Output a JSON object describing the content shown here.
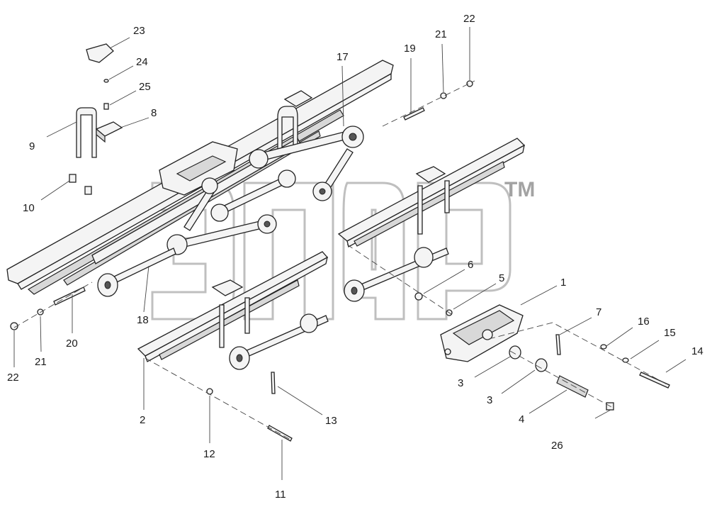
{
  "watermark": {
    "text": "элп",
    "mark": "TM"
  },
  "callouts": [
    {
      "num": "1"
    },
    {
      "num": "2"
    },
    {
      "num": "3"
    },
    {
      "num": "3"
    },
    {
      "num": "4"
    },
    {
      "num": "5"
    },
    {
      "num": "6"
    },
    {
      "num": "7"
    },
    {
      "num": "8"
    },
    {
      "num": "9"
    },
    {
      "num": "10"
    },
    {
      "num": "11"
    },
    {
      "num": "12"
    },
    {
      "num": "13"
    },
    {
      "num": "14"
    },
    {
      "num": "15"
    },
    {
      "num": "16"
    },
    {
      "num": "17"
    },
    {
      "num": "18"
    },
    {
      "num": "19"
    },
    {
      "num": "20"
    },
    {
      "num": "21"
    },
    {
      "num": "21"
    },
    {
      "num": "22"
    },
    {
      "num": "22"
    },
    {
      "num": "23"
    },
    {
      "num": "24"
    },
    {
      "num": "25"
    },
    {
      "num": "26"
    }
  ],
  "icons": [
    "leaf-spring",
    "torque-rod",
    "u-bolt",
    "spring-bracket",
    "bolt",
    "nut",
    "washer",
    "bushing"
  ]
}
